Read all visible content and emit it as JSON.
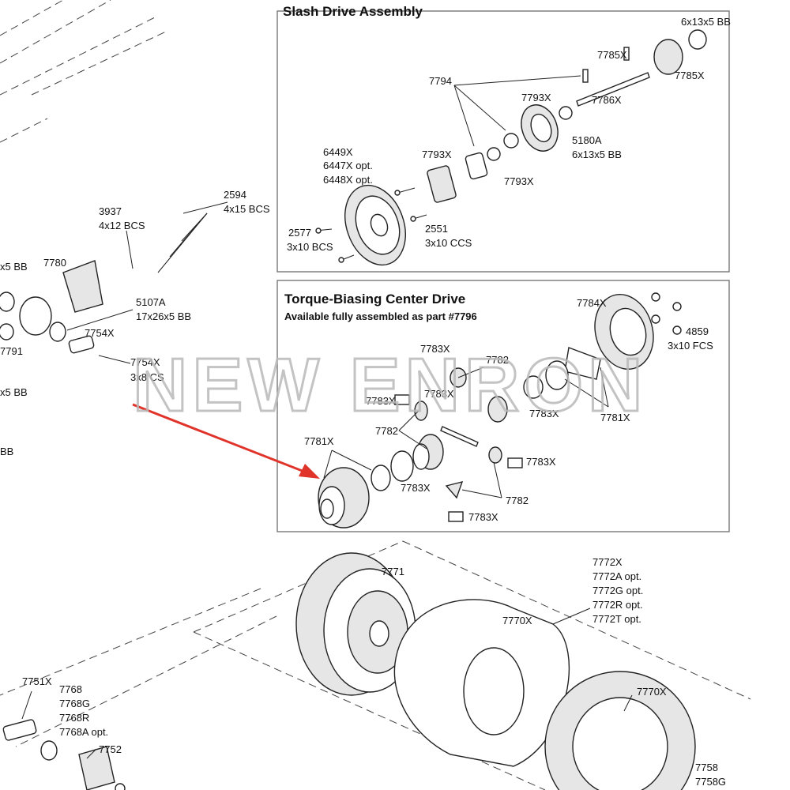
{
  "sections": {
    "slash_title": "Slash Drive Assembly",
    "torque_title": "Torque-Biasing Center Drive",
    "torque_subtitle": "Available fully assembled as part #7796"
  },
  "watermark": "NEW ENRON",
  "labels": {
    "l_6x13x5_top": "6x13x5 BB",
    "l_7785x_a": "7785X",
    "l_7785x_b": "7785X",
    "l_7794": "7794",
    "l_7793x_a": "7793X",
    "l_7786x": "7786X",
    "l_5180a": "5180A",
    "l_6x13x5_b": "6x13x5 BB",
    "l_6449x": "6449X",
    "l_6447x": "6447X opt.",
    "l_6448x": "6448X opt.",
    "l_7793x_b": "7793X",
    "l_7793x_c": "7793X",
    "l_2577": "2577",
    "l_3x10bcs_a": "3x10 BCS",
    "l_2551": "2551",
    "l_3x10ccs": "3x10 CCS",
    "l_2594": "2594",
    "l_4x15bcs": "4x15 BCS",
    "l_3937": "3937",
    "l_4x12bcs": "4x12 BCS",
    "l_x5bb_a": "x5 BB",
    "l_7780": "7780",
    "l_5107a": "5107A",
    "l_17x26x5": "17x26x5 BB",
    "l_7754x_a": "7754X",
    "l_7791": "7791",
    "l_7754x_b": "7754X",
    "l_3x8cs": "3x8 CS",
    "l_x5bb_b": "x5 BB",
    "l_bb": "BB",
    "l_7784x": "7784X",
    "l_4859": "4859",
    "l_3x10fcs": "3x10 FCS",
    "l_7783x_1": "7783X",
    "l_7782_1": "7782",
    "l_7783x_2": "7783X",
    "l_7783x_3": "7783X",
    "l_7783x_4": "7783X",
    "l_7781x_a": "7781X",
    "l_7782_2": "7782",
    "l_7781x_b": "7781X",
    "l_7783x_5": "7783X",
    "l_7783x_6": "7783X",
    "l_7782_3": "7782",
    "l_7783x_7": "7783X",
    "l_7771": "7771",
    "l_7772x": "7772X",
    "l_7772a": "7772A opt.",
    "l_7772g": "7772G opt.",
    "l_7772r": "7772R opt.",
    "l_7772t": "7772T opt.",
    "l_7770x_a": "7770X",
    "l_7770x_b": "7770X",
    "l_7751x": "7751X",
    "l_7768": "7768",
    "l_7768g": "7768G",
    "l_7768r": "7768R",
    "l_7768a": "7768A opt.",
    "l_7752": "7752",
    "l_7758": "7758",
    "l_7758g": "7758G"
  },
  "colors": {
    "arrow": "#e0342b",
    "line": "#222222",
    "box": "#777777",
    "watermark": "#b9b9b9"
  }
}
